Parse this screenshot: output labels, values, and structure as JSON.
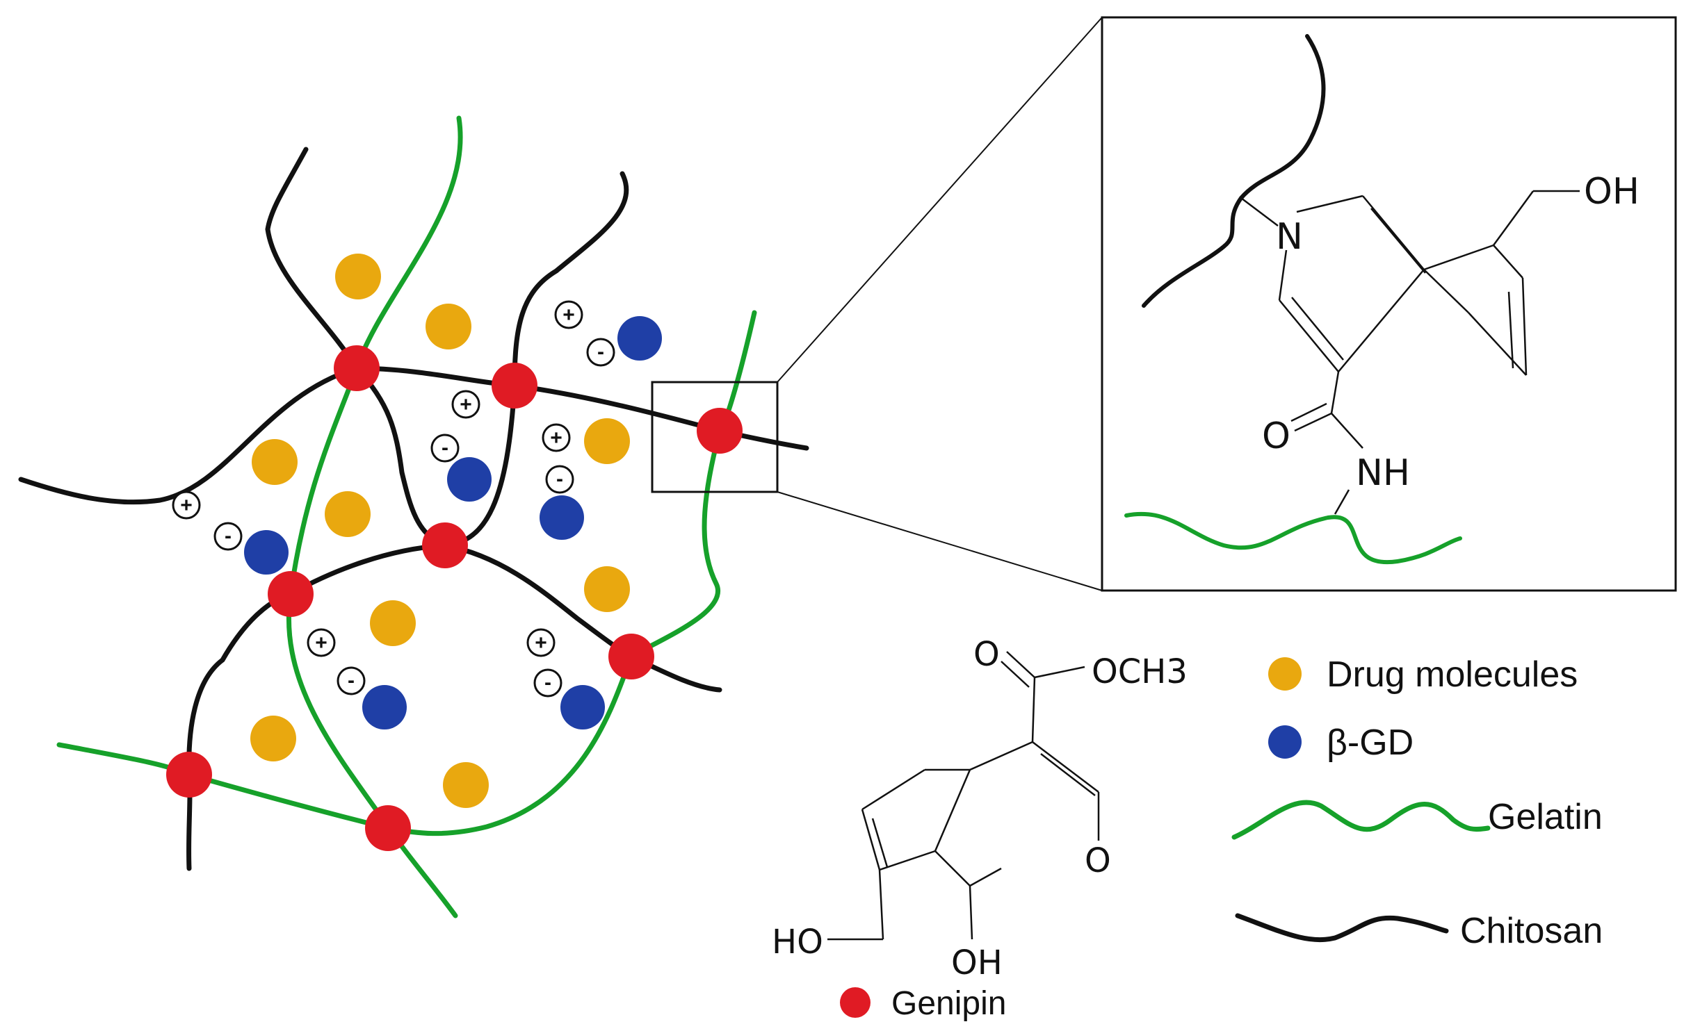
{
  "legend": {
    "drug": "Drug molecules",
    "bgd": "β-GD",
    "gelatin": "Gelatin",
    "chitosan": "Chitosan",
    "genipin": "Genipin"
  },
  "genipin_structure": {
    "o_carbonyl": "O",
    "och3": "OCH3",
    "o_ring": "O",
    "ho": "HO",
    "oh": "OH"
  },
  "zoom_structure": {
    "oh": "OH",
    "n": "N",
    "o": "O",
    "nh": "NH"
  },
  "charges": {
    "plus": "+",
    "minus": "-"
  },
  "colors": {
    "gelatin": "#16a12a",
    "chitosan": "#111111",
    "genipin": "#e01b24",
    "drug": "#e9a80f",
    "bgd": "#1f3fa6"
  }
}
